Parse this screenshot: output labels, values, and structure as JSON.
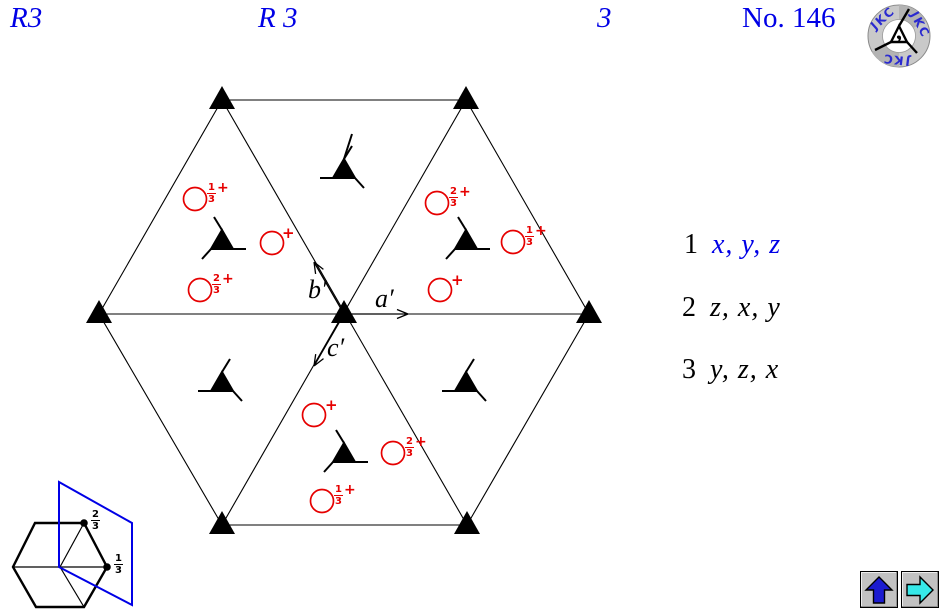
{
  "header": {
    "space_group_italic": "R3",
    "full_symbol": "R 3",
    "point_group": "3",
    "number": "No. 146"
  },
  "logo": {
    "letters": [
      "JKC",
      "JKC",
      "JKC"
    ],
    "comma": ","
  },
  "diagram": {
    "axis_labels": {
      "a": "a′",
      "b": "b′",
      "c": "c′"
    },
    "sites": [
      {
        "label_n": "1",
        "label_d": "3",
        "plus": "+"
      },
      {
        "plus": "+"
      },
      {
        "label_n": "2",
        "label_d": "3",
        "plus": "+"
      },
      {
        "label_n": "2",
        "label_d": "3",
        "plus": "+"
      },
      {
        "label_n": "1",
        "label_d": "3",
        "plus": "+"
      },
      {
        "plus": "+"
      },
      {
        "plus": "+"
      },
      {
        "label_n": "2",
        "label_d": "3",
        "plus": "+"
      },
      {
        "label_n": "1",
        "label_d": "3",
        "plus": "+"
      }
    ]
  },
  "inset": {
    "height_labels": [
      {
        "n": "2",
        "d": "3"
      },
      {
        "n": "1",
        "d": "3"
      }
    ]
  },
  "coordinates": {
    "rows": [
      {
        "index": "1",
        "value": "x, y, z"
      },
      {
        "index": "2",
        "value": "z, x, y"
      },
      {
        "index": "3",
        "value": "y, z, x"
      }
    ]
  },
  "colors": {
    "accent_blue": "#0000e6",
    "site_red": "#e60000",
    "nav_up_arrow": "#1b1bd0",
    "nav_next_arrow": "#36e9e9"
  }
}
